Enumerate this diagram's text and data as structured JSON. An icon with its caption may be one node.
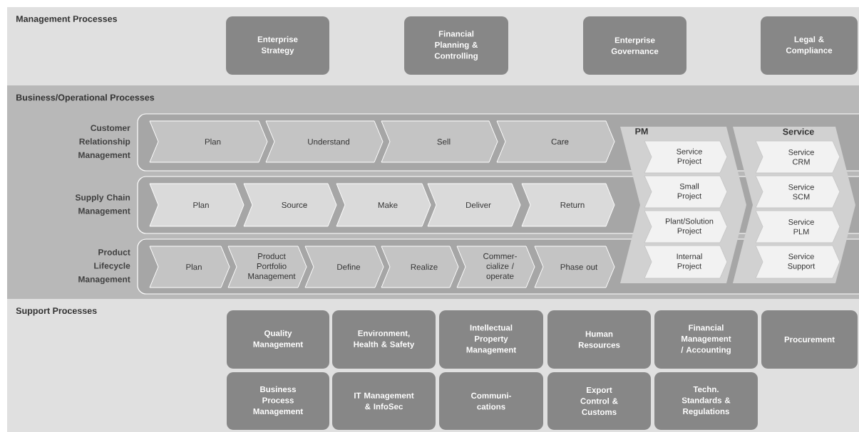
{
  "diagram": {
    "nodes": [
      {
        "text": [
          "Management Processes"
        ]
      },
      {
        "text": [
          "Enterprise Strategy"
        ],
        "in": 0
      },
      {
        "text": [
          "Financial Planning & Controlling"
        ],
        "in": 0
      },
      {
        "text": [
          "Enterprise Governance"
        ],
        "in": 0
      },
      {
        "text": [
          "Legal & Compliance"
        ],
        "in": 0
      },
      {
        "text": [
          "Business/Operational Processes"
        ]
      },
      {
        "text": [
          "Customer Relationship Management"
        ],
        "in": 5
      },
      {
        "text": [
          "Plan"
        ],
        "in": 6
      },
      {
        "text": [
          "Understand"
        ],
        "in": 6
      },
      {
        "text": [
          "Sell"
        ],
        "in": 6
      },
      {
        "text": [
          "Care"
        ],
        "in": 6
      },
      {
        "text": [
          "Supply Chain Management"
        ],
        "in": 5
      },
      {
        "text": [
          "Plan"
        ],
        "in": 11
      },
      {
        "text": [
          "Source"
        ],
        "in": 11
      },
      {
        "text": [
          "Make"
        ],
        "in": 11
      },
      {
        "text": [
          "Deliver"
        ],
        "in": 11
      },
      {
        "text": [
          "Return"
        ],
        "in": 11
      },
      {
        "text": [
          "Product Lifecycle Management"
        ],
        "in": 5
      },
      {
        "text": [
          "Plan"
        ],
        "in": 17
      },
      {
        "text": [
          "Product Portfolio Management"
        ],
        "in": 17
      },
      {
        "text": [
          "Define"
        ],
        "in": 17
      },
      {
        "text": [
          "Realize"
        ],
        "in": 17
      },
      {
        "text": [
          "Commer- cialize / operate"
        ],
        "in": 17
      },
      {
        "text": [
          "Phase out"
        ],
        "in": 17
      },
      {
        "text": [
          "PM"
        ],
        "in": 5
      },
      {
        "text": [
          "Service Project"
        ]
      },
      {
        "text": [
          "Small Project"
        ]
      },
      {
        "text": [
          "Plant/Solution Project"
        ],
        "in": 24
      },
      {
        "text": [
          "Internal Project"
        ]
      },
      {
        "text": [
          "Service"
        ],
        "in": 5
      },
      {
        "text": [
          "Service CRM"
        ]
      },
      {
        "text": [
          "Service SCM"
        ]
      },
      {
        "text": [
          "Service PLM"
        ],
        "in": 29
      },
      {
        "text": [
          "Service Support"
        ]
      },
      {
        "text": [
          "Support Processes"
        ]
      },
      {
        "text": [
          "Quality Management"
        ],
        "in": 34
      },
      {
        "text": [
          "Environment, Health & Safety"
        ],
        "in": 34
      },
      {
        "text": [
          "Intellectual Property Management"
        ],
        "in": 34
      },
      {
        "text": [
          "Human Resources"
        ],
        "in": 34
      },
      {
        "text": [
          "Financial Management / Accounting"
        ],
        "in": 34
      },
      {
        "text": [
          "Procurement"
        ],
        "in": 34
      },
      {
        "text": [
          "Business Process Management"
        ],
        "in": 34
      },
      {
        "text": [
          "IT Management & InfoSec"
        ],
        "in": 34
      },
      {
        "text": [
          "Communi- cations"
        ],
        "in": 34
      },
      {
        "text": [
          "Export Control & Customs"
        ],
        "in": 34
      },
      {
        "text": [
          "Techn. Standards & Regulations"
        ],
        "in": 34
      }
    ]
  }
}
